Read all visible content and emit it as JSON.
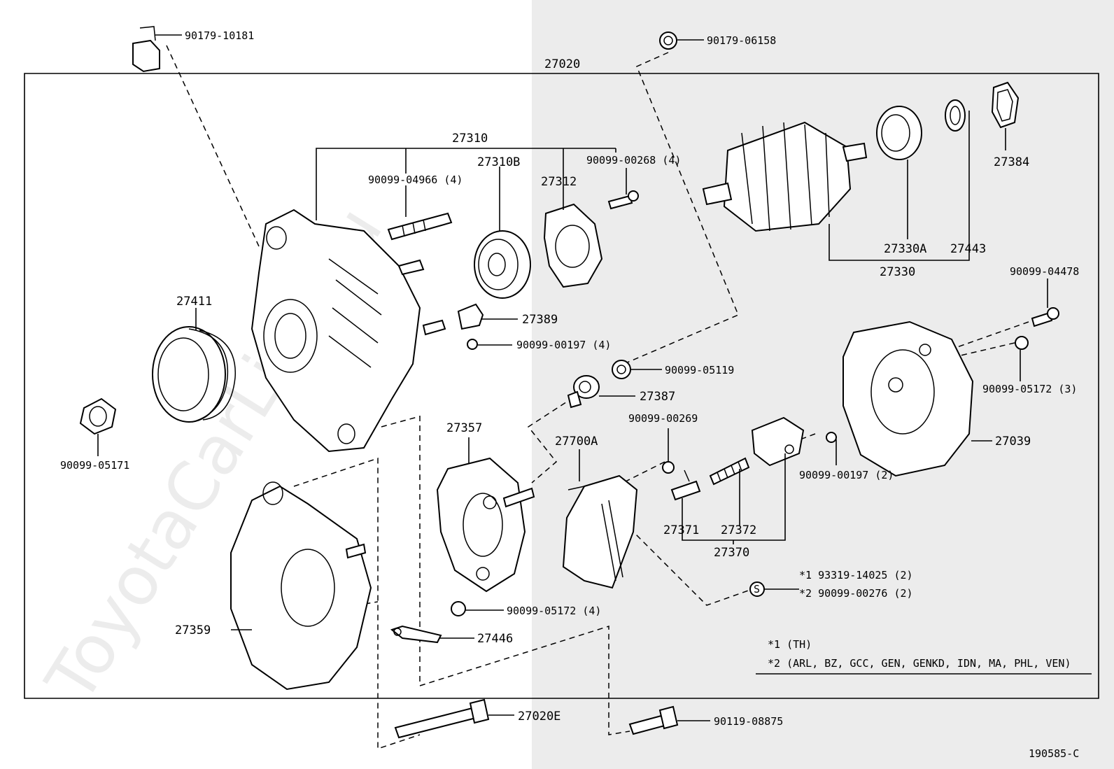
{
  "diagram": {
    "watermark": "ToyotaCarLine.ru",
    "figure_code": "190585-C",
    "labels": {
      "assembly": "27020",
      "drive_end_frame": "27310",
      "drive_end_bearing": "27310B",
      "bearing_retainer": "27312",
      "screw_04966": "90099-04966 (4)",
      "screw_00268": "90099-00268 (4)",
      "clip_top": "90179-10181",
      "nut_top": "90179-06158",
      "pulley": "27411",
      "pulley_nut": "90099-05171",
      "rotor": "27330",
      "rotor_bearing": "27330A",
      "bearing_cover": "27443",
      "bearing_ring": "27384",
      "terminal_insulator": "27389",
      "screw_00197_4": "90099-00197 (4)",
      "screw_04478": "90099-04478",
      "nut_05119": "90099-05119",
      "terminal_bushing": "27387",
      "rear_end_cover": "27039",
      "nut_05172_3": "90099-05172 (3)",
      "rectifier_holder": "27357",
      "regulator": "27700A",
      "screw_00269": "90099-00269",
      "screw_00197_2": "90099-00197 (2)",
      "brush": "27371",
      "brush_spring": "27372",
      "brush_holder": "27370",
      "rear_end_frame": "27359",
      "nut_05172_4": "90099-05172 (4)",
      "plate": "27446",
      "thru_bolt": "27020E",
      "bolt_08875": "90119-08875",
      "s_mark": "S",
      "note1_label": "*1 93319-14025 (2)",
      "note2_label": "*2 90099-00276 (2)"
    },
    "notes": {
      "line1": "*1 (TH)",
      "line2": "*2 (ARL, BZ, GCC, GEN, GENKD, IDN, MA, PHL, VEN)"
    }
  }
}
